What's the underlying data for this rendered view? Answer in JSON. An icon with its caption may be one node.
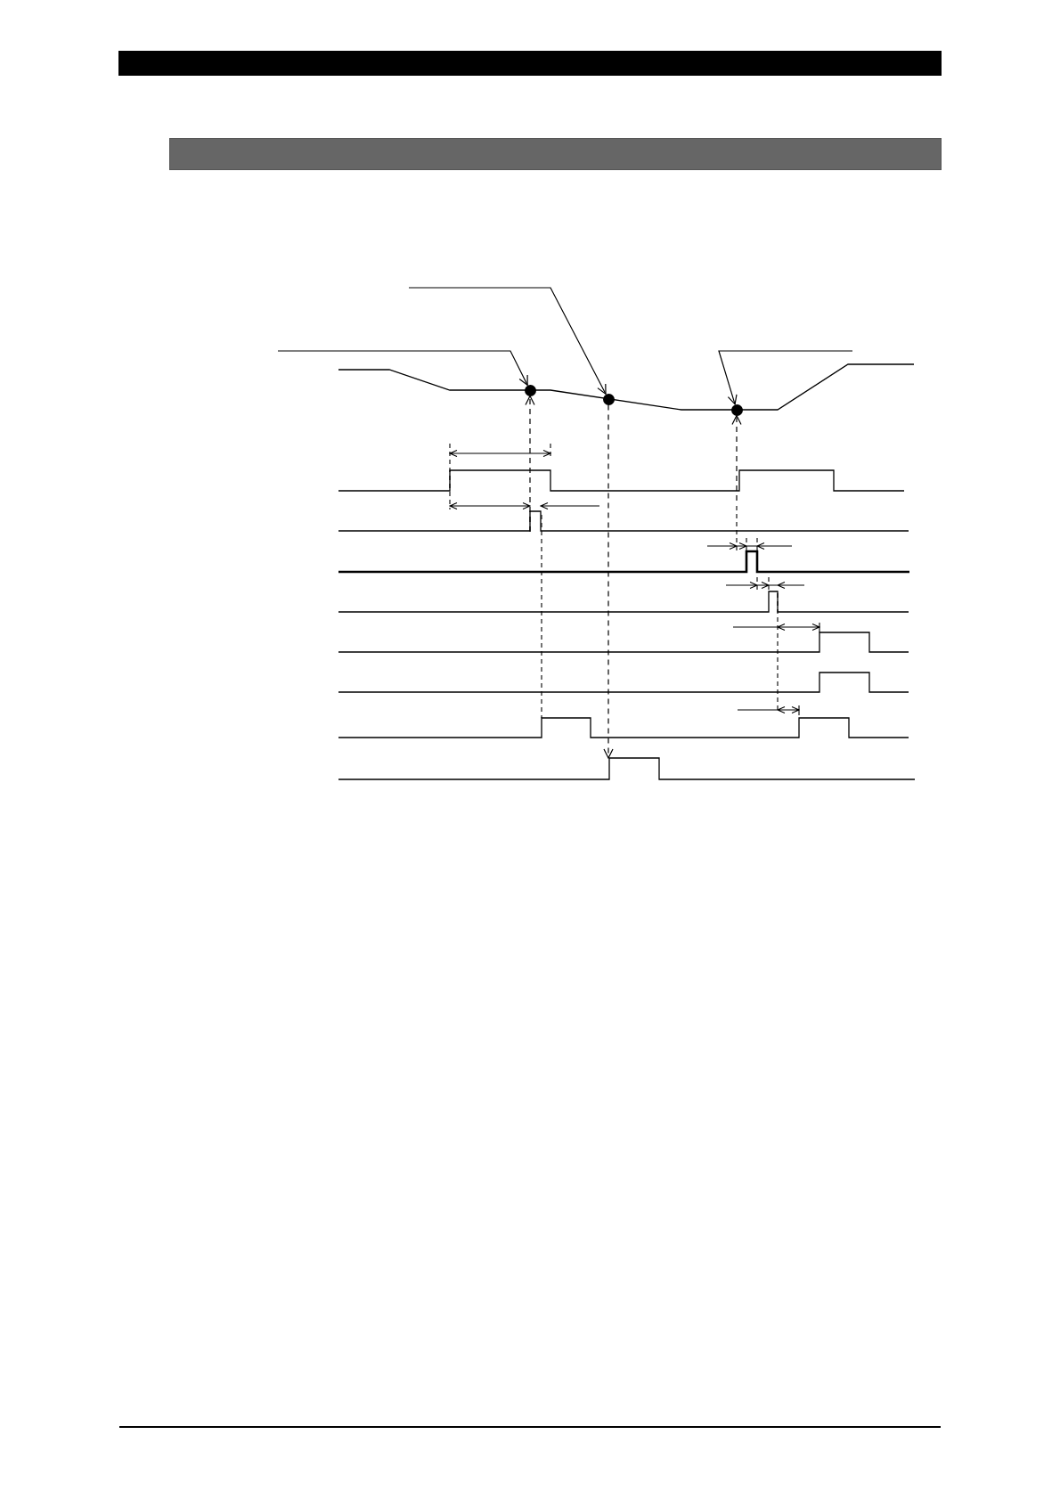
{
  "diagram": {
    "nodes": [
      {
        "text": [],
        "shape": "circle"
      },
      {
        "text": [],
        "shape": "circle"
      },
      {
        "text": [],
        "shape": "circle"
      }
    ],
    "edges": [
      {
        "from": null,
        "to": 0,
        "arrow": "to"
      },
      {
        "from": null,
        "to": 1,
        "arrow": "to"
      },
      {
        "from": null,
        "to": 2,
        "arrow": "to"
      },
      {
        "from": null,
        "to": 0,
        "arrow": "to",
        "style": "dashed"
      },
      {
        "from": 1,
        "to": null,
        "arrow": "to",
        "style": "dashed"
      },
      {
        "from": null,
        "to": 2,
        "arrow": "to",
        "style": "dashed"
      }
    ]
  }
}
